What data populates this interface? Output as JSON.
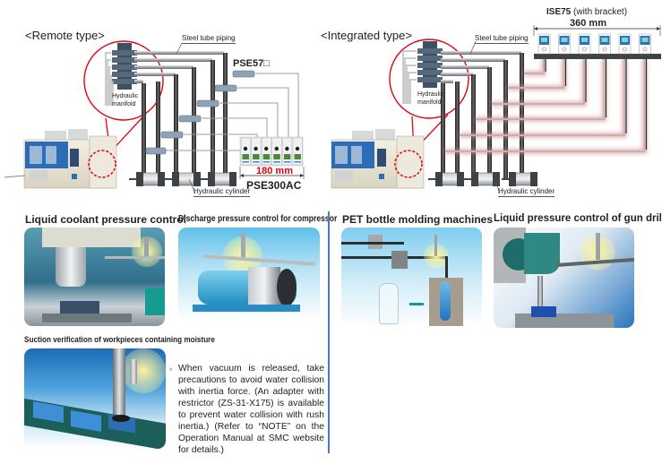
{
  "remote": {
    "title": "<Remote type>",
    "steel_tube_label": "Steel tube piping",
    "sensor_label": "PSE57□",
    "manifold_label_1": "Hydraulic",
    "manifold_label_2": "manifold",
    "dimension_label": "180 mm",
    "controller_label": "PSE300AC",
    "cylinder_label": "Hydraulic cylinder",
    "sensor_count": 6,
    "cylinder_count": 3
  },
  "integrated": {
    "title": "<Integrated type>",
    "steel_tube_label": "Steel tube piping",
    "switch_label_bold": "ISE75",
    "switch_label_rest": " (with bracket)",
    "dimension_label": "360 mm",
    "manifold_label_1": "Hydraulic",
    "manifold_label_2": "manifold",
    "cylinder_label": "Hydraulic cylinder",
    "switch_count": 6,
    "cylinder_count": 3
  },
  "applications": {
    "coolant": {
      "title": "Liquid coolant pressure control"
    },
    "compressor": {
      "title": "Discharge pressure control for compressor"
    },
    "suction": {
      "title": "Suction verification of workpieces containing moisture"
    },
    "pet": {
      "title": "PET bottle molding machines"
    },
    "gundrill": {
      "title": "Liquid pressure control of gun drills"
    }
  },
  "note": {
    "mark": "*",
    "text": "When vacuum is released, take precautions to avoid water collision with inertia force. (An adapter with restrictor (ZS-31-X175) is available to prevent water collision with rush inertia.) (Refer to “NOTE” on the Operation Manual at SMC website for details.)"
  },
  "colors": {
    "accent_red": "#e60012",
    "divider_blue": "#4a7bbd",
    "machine_blue": "#2d6db5",
    "pipe_dark": "#3b3b3b",
    "pipe_light": "#b9bcbf",
    "glow_red": "#f28b8b"
  }
}
